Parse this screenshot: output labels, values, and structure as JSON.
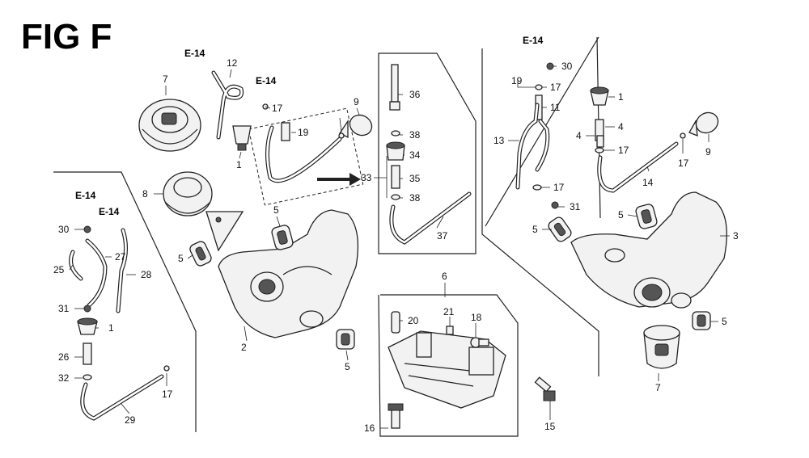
{
  "figure": {
    "title": "FIG F"
  },
  "reference_labels": [
    "E-14",
    "E-14",
    "E-14",
    "E-14",
    "E-14"
  ],
  "callouts": [
    "7",
    "12",
    "17",
    "1",
    "19",
    "9",
    "8",
    "5",
    "2",
    "5",
    "5",
    "36",
    "38",
    "34",
    "33",
    "35",
    "38",
    "37",
    "6",
    "20",
    "21",
    "18",
    "16",
    "15",
    "30",
    "25",
    "27",
    "28",
    "31",
    "1",
    "26",
    "32",
    "17",
    "29",
    "30",
    "19",
    "17",
    "11",
    "13",
    "17",
    "1",
    "4",
    "4",
    "17",
    "9",
    "14",
    "17",
    "31",
    "5",
    "5",
    "3",
    "5",
    "7"
  ],
  "icons": [
    "fuel-tank-icon",
    "fuel-cap-icon",
    "grommet-icon",
    "fuel-filter-icon",
    "fuel-hose-icon",
    "primer-bulb-icon",
    "bracket-icon",
    "bolt-icon",
    "clip-icon",
    "arrow-icon"
  ]
}
